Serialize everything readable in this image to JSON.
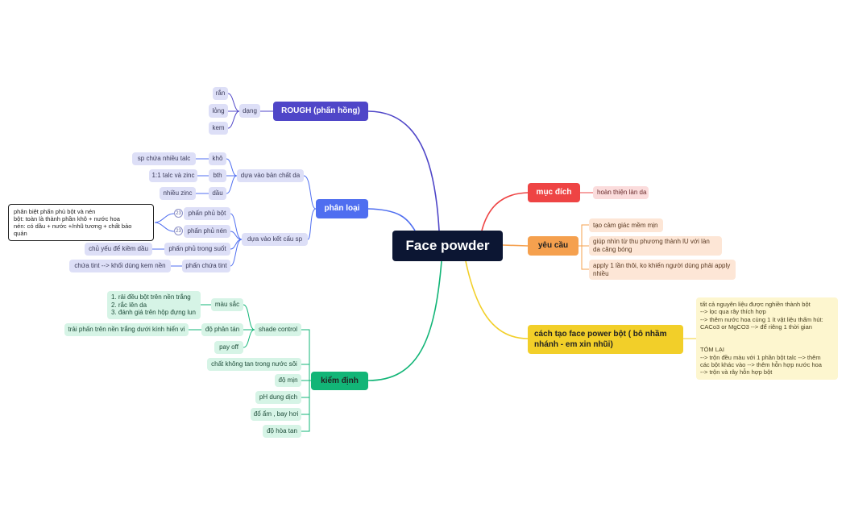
{
  "root": {
    "label": "Face powder"
  },
  "colors": {
    "root": "#0c1633",
    "rough": "#4f46c8",
    "phanloai": "#4f6ef0",
    "kiemdinh": "#12b577",
    "mucdich": "#ee4444",
    "yeucau": "#f5a04e",
    "cachtao": "#f2cf29"
  },
  "branches": {
    "rough": {
      "label": "ROUGH (phấn hồng)",
      "dang": "dạng",
      "ran": "rắn",
      "long": "lỏng",
      "kem": "kem"
    },
    "phanloai": {
      "label": "phân loại",
      "ban_chat": "dựa vào bản chất da",
      "kho": "khô",
      "bth": "bth",
      "dau": "dầu",
      "talc": "sp chứa nhiều talc",
      "talc_zinc": "1:1 talc và zinc",
      "zinc": "nhiều zinc",
      "ket_cau": "dựa vào kết cấu sp",
      "phu_bot": "phấn phủ bột",
      "phu_nen": "phấn phủ nén",
      "trong_suot": "phấn phủ trong suốt",
      "chua_tint": "phấn chứa tint",
      "kiem_dau": "chủ yếu để kiềm dầu",
      "tint_note": "chứa tint --> khối dùng kem nền",
      "badge1": "23",
      "badge2": "23",
      "note": "phân biệt phấn phủ bột và nén\nbột: toàn là thành phần khô + nước hoa\nnén: có dầu +  nước +/nhũ tương + chất bảo\nquản"
    },
    "kiemdinh": {
      "label": "kiểm định",
      "shade": "shade control",
      "mau_sac": "màu sắc",
      "mau_sac_detail": "1. rải đều bột trên nền trắng\n2. rắc lên da\n3. đánh giá trên hộp đựng lun",
      "phan_tan": "độ phân tán",
      "phan_tan_detail": "trải phấn trên nền trắng dưới kính hiển vi",
      "pay_off": "pay off",
      "khong_tan": "chất không tan trong nước sôi",
      "do_min": "độ mịn",
      "ph": "pH dung dịch",
      "do_am": "đổ ẩm , bay hơi",
      "hoa_tan": "độ hòa tan"
    },
    "mucdich": {
      "label": "mục đích",
      "detail": "hoàn thiện làn da"
    },
    "yeucau": {
      "label": "yêu cầu",
      "items": [
        "tạo cảm giác mềm mịn",
        "giúp nhìn từ thu phương thành lU với làn da căng bóng",
        "apply 1 lần thôi, ko khiến người dùng phải apply nhiều"
      ]
    },
    "cachtao": {
      "label": "cách tạo face power bột ( bô nhầm nhánh - em xin nhũi)",
      "detail": "tất cả nguyên liệu được nghiền thành bột\n--> lọc qua rây thích hợp\n--> thêm nước hoa cùng 1 ít vật liệu thấm hút:\nCACo3 or MgCO3 --> để riêng 1 thời gian\n\n\nTÓM LẠI\n--> trộn đều màu với 1 phần bột talc --> thêm\ncác bột khác vào --> thêm hỗn hợp nước hoa\n--> trộn và rây hỗn hợp bột"
    }
  }
}
